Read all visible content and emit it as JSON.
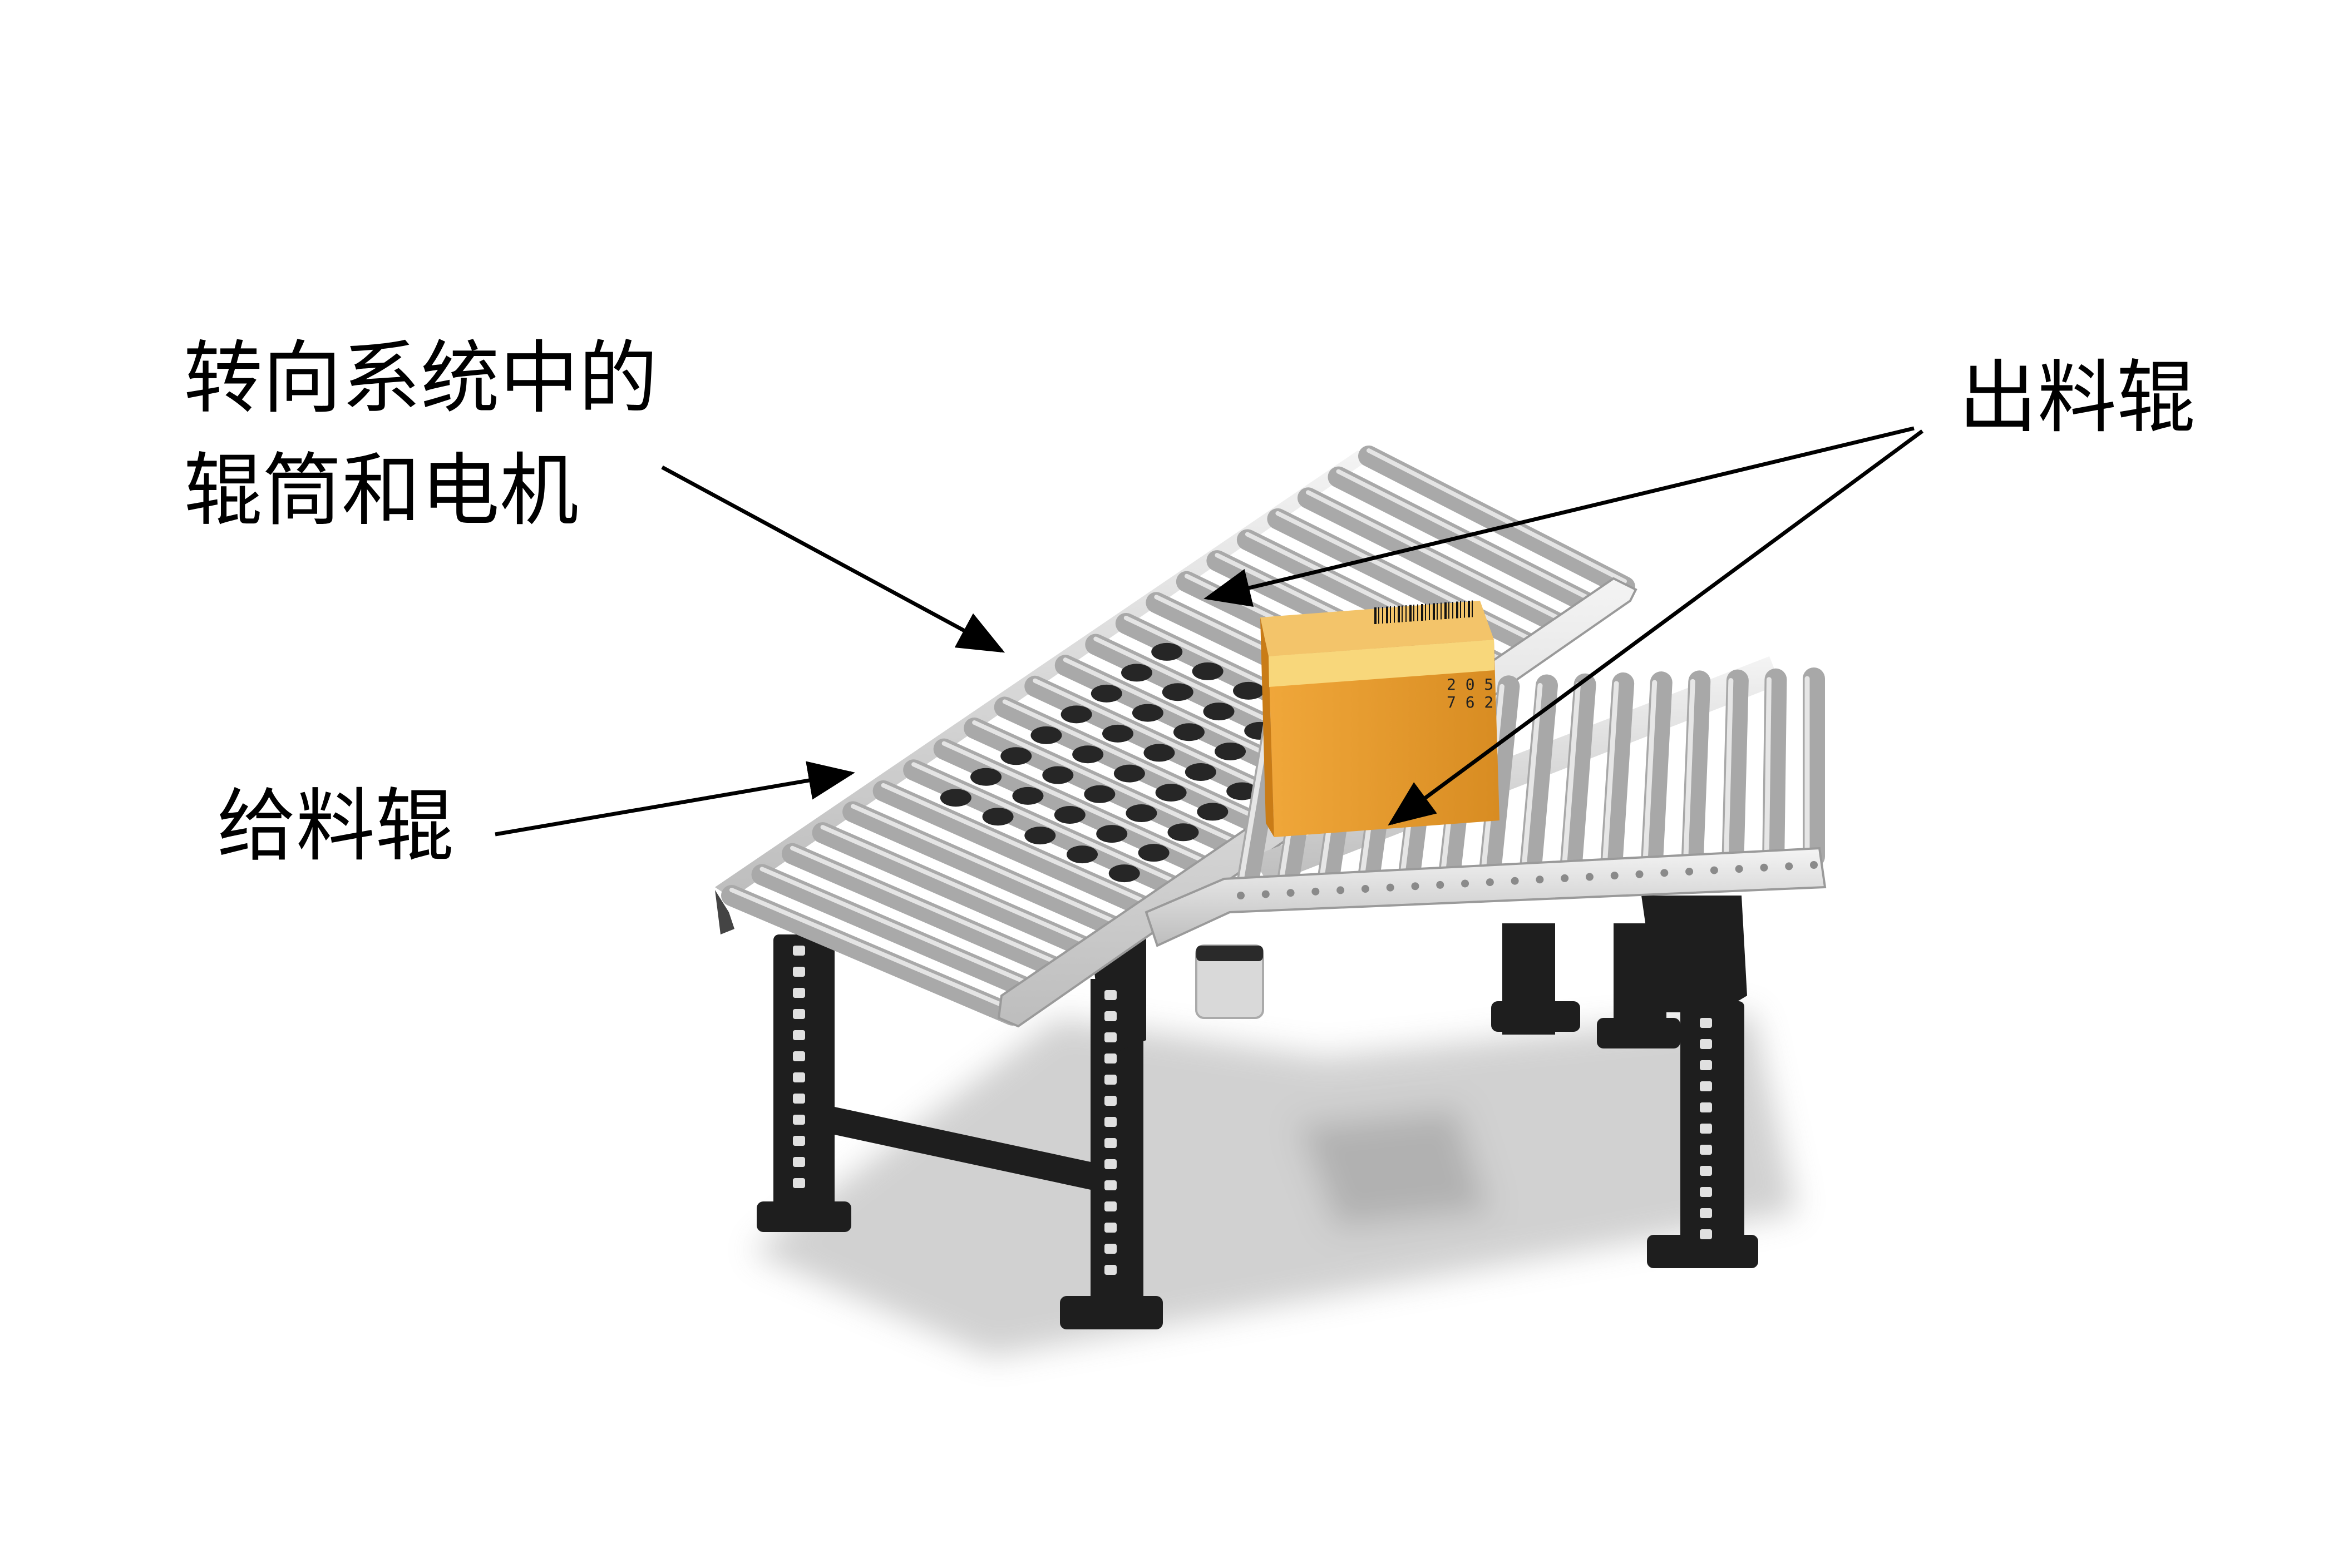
{
  "labels": {
    "steering_rollers_line1": "转向系统中的",
    "steering_rollers_line2": "辊筒和电机",
    "feed_roller": "给料辊",
    "output_roller": "出料辊"
  },
  "box_print": {
    "code_line1": "2 0 5",
    "code_line2": "7 6 2"
  },
  "colors": {
    "roller": "#a6a6a6",
    "frame": "#1c1c1c",
    "box": "#e9a23b",
    "box_tape": "#f6d46a",
    "arrow": "#000000"
  }
}
